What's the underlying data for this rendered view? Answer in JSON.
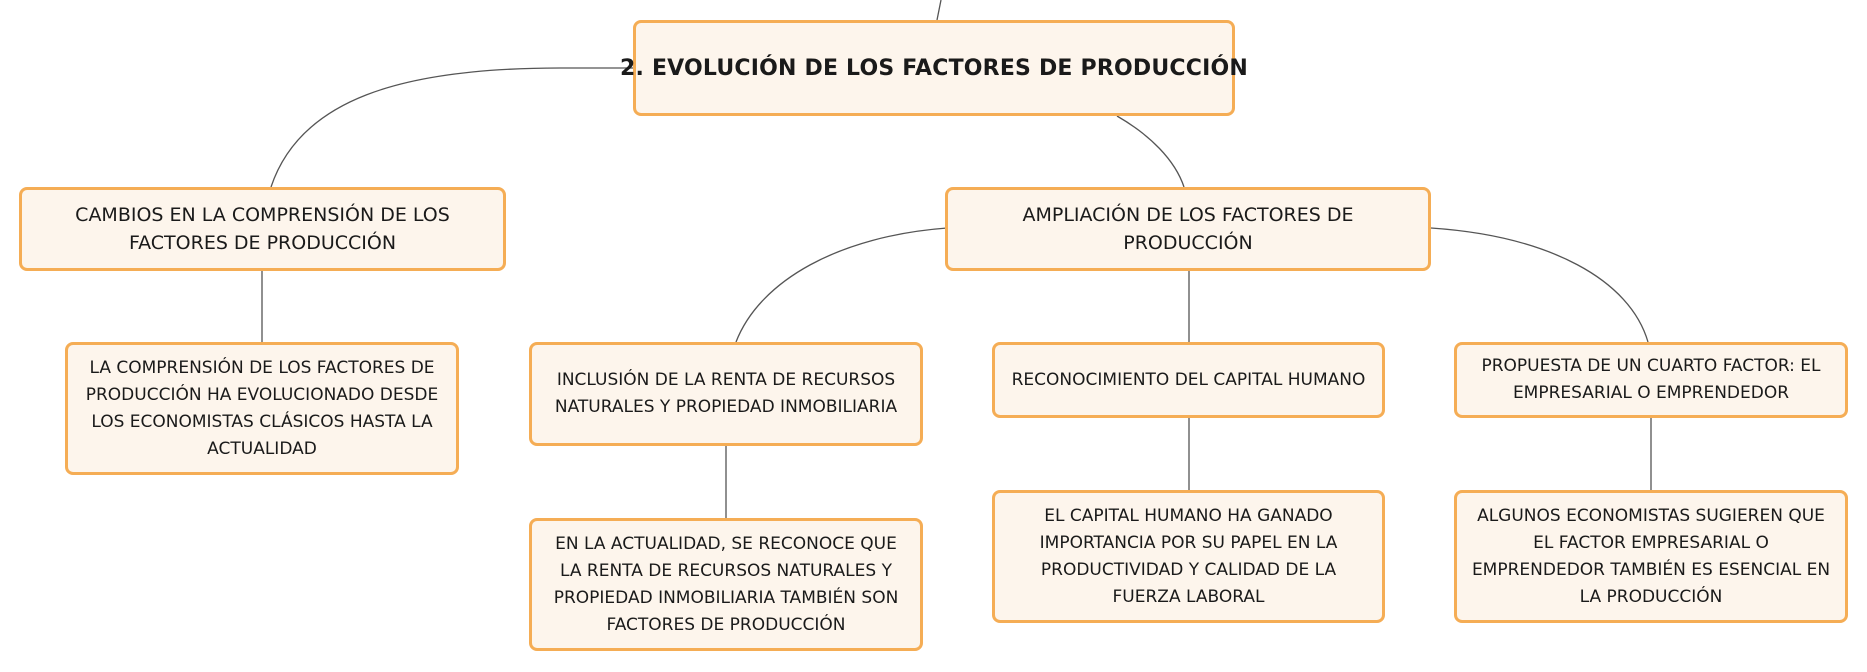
{
  "diagram": {
    "root": {
      "label": "2. EVOLUCIÓN DE LOS FACTORES DE PRODUCCIÓN"
    },
    "branch_cambios": {
      "label": "CAMBIOS EN LA COMPRENSIÓN DE LOS FACTORES DE PRODUCCIÓN",
      "child": "LA COMPRENSIÓN DE LOS FACTORES DE PRODUCCIÓN HA EVOLUCIONADO DESDE LOS ECONOMISTAS CLÁSICOS HASTA LA ACTUALIDAD"
    },
    "branch_ampliacion": {
      "label": "AMPLIACIÓN DE LOS FACTORES DE PRODUCCIÓN",
      "children": [
        {
          "label": "INCLUSIÓN DE LA RENTA DE RECURSOS NATURALES Y PROPIEDAD INMOBILIARIA",
          "detail": "EN LA ACTUALIDAD, SE RECONOCE QUE LA RENTA DE RECURSOS NATURALES Y PROPIEDAD INMOBILIARIA TAMBIÉN SON FACTORES DE PRODUCCIÓN"
        },
        {
          "label": "RECONOCIMIENTO DEL CAPITAL HUMANO",
          "detail": "EL CAPITAL HUMANO HA GANADO IMPORTANCIA POR SU PAPEL EN LA PRODUCTIVIDAD Y CALIDAD DE LA FUERZA LABORAL"
        },
        {
          "label": "PROPUESTA DE UN CUARTO FACTOR: EL EMPRESARIAL O EMPRENDEDOR",
          "detail": "ALGUNOS ECONOMISTAS SUGIEREN QUE EL FACTOR EMPRESARIAL O EMPRENDEDOR TAMBIÉN ES ESENCIAL EN LA PRODUCCIÓN"
        }
      ]
    }
  },
  "colors": {
    "node_fill": "#fdf5ec",
    "node_border": "#f5ad55",
    "connector": "#555555",
    "text": "#1a1a1a"
  }
}
